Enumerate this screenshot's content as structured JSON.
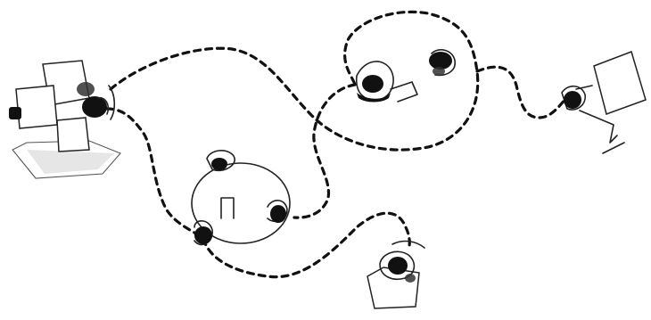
{
  "scene": {
    "colors": {
      "ink": "#111111",
      "background": "#ffffff"
    },
    "figures": [
      {
        "name": "person-at-desk-start"
      },
      {
        "name": "group-at-round-table"
      },
      {
        "name": "pair-standing"
      },
      {
        "name": "person-with-board"
      },
      {
        "name": "person-at-table-bottom"
      }
    ],
    "path_style": "dashed"
  }
}
